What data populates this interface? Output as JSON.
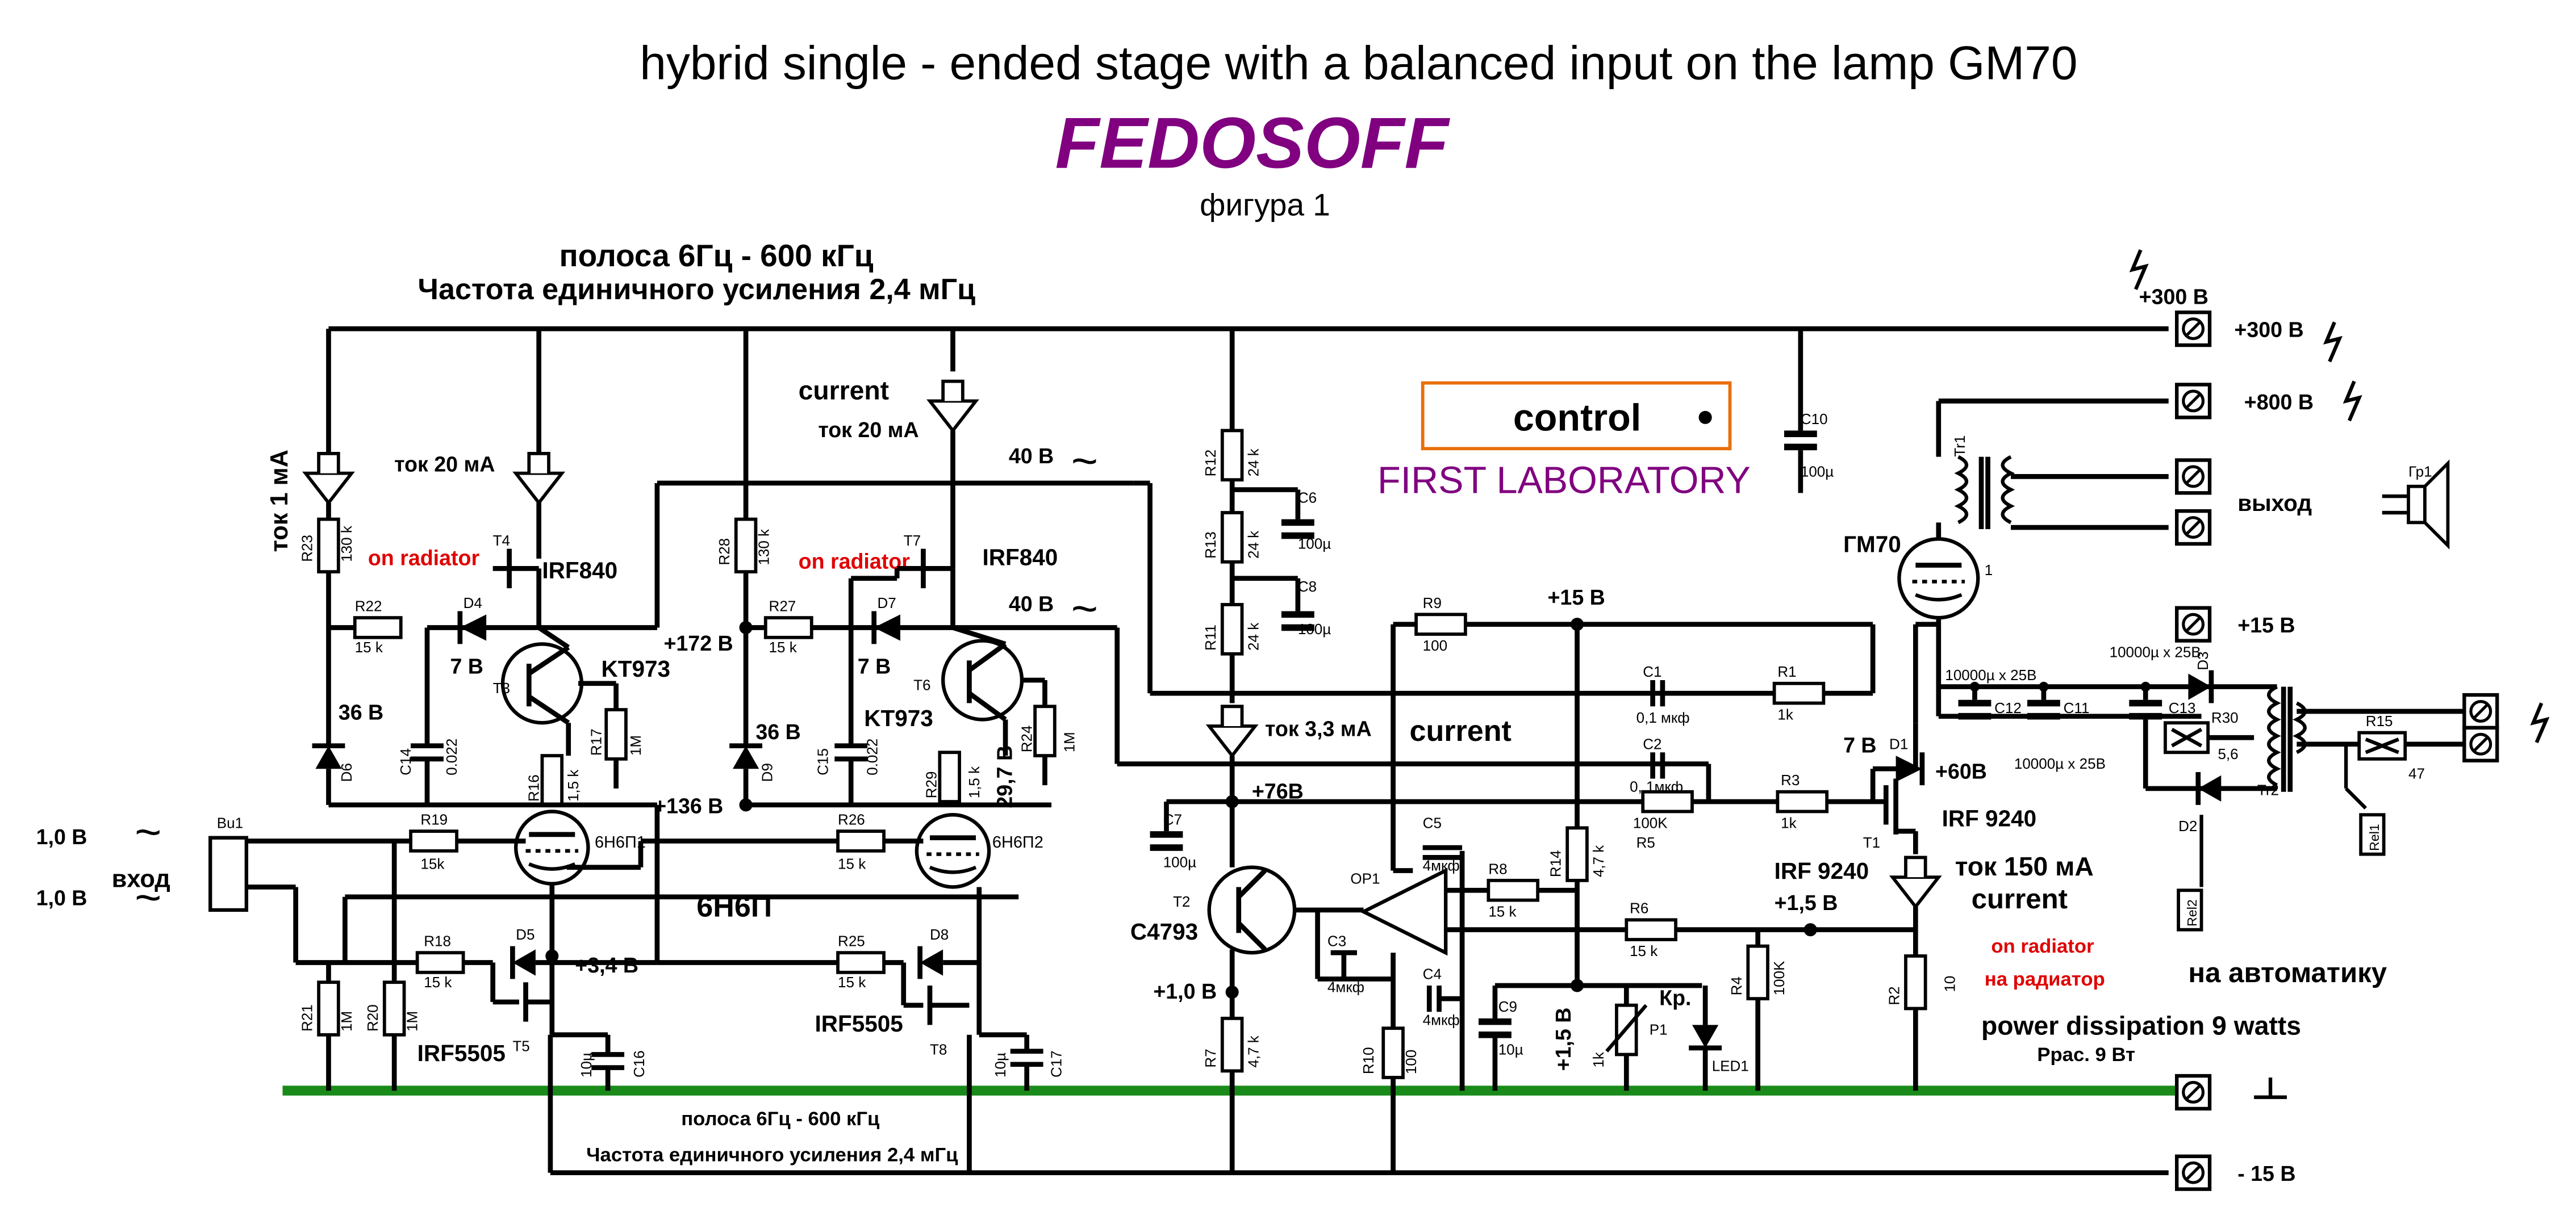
{
  "title": "hybrid single - ended stage with a balanced input on the lamp GM70",
  "brand": "FEDOSOFF",
  "figure": "фигура 1",
  "band_top": "полоса 6Гц - 600 кГц",
  "unity_top": "Частота единичного усиления 2,4 мГц",
  "band_bottom": "полоса 6Гц - 600 кГц",
  "unity_bottom": "Частота единичного усиления 2,4 мГц",
  "control_label": "control",
  "lab_label": "FIRST LABORATORY",
  "colors": {
    "ground": "#1a8a1a",
    "brand": "#800080",
    "control_border": "#e8700a",
    "note": "#e00000"
  },
  "labels": {
    "tok1ma": "ток 1 мА",
    "tok20ma_a": "ток 20 мА",
    "tok20ma_b": "ток 20 мА",
    "current1": "current",
    "current2": "current",
    "current3": "current",
    "tok33": "ток 3,3 мА",
    "tok150": "ток 150 мА",
    "on_radiator_1": "on radiator",
    "on_radiator_2": "on radiator",
    "on_radiator_3": "on radiator",
    "na_radiator": "на радиатор",
    "automatic": "на автоматику",
    "power": "power dissipation 9 watts",
    "prac": "Pрас. 9 Вт",
    "input": "вход",
    "output": "выход",
    "tube_label": "6Н6П",
    "gm70": "ГМ70",
    "kr": "Кр.",
    "ac1": "~",
    "ac2": "~",
    "ac3": "~",
    "ac4": "~"
  },
  "rails": {
    "p300a": "+300 В",
    "p300b": "+300 В",
    "p800": "+800 В",
    "p15": "+15 В",
    "m15": "- 15 В"
  },
  "volts": {
    "v7a": "7 В",
    "v7b": "7 В",
    "v7c": "7 В",
    "v36a": "36 В",
    "v36b": "36 В",
    "v172": "+172 В",
    "v136": "+136 В",
    "v34": "+3,4 В",
    "v40a": "40 В",
    "v40b": "40 В",
    "v76": "+76В",
    "v10a": "+1,0 В",
    "v15a": "+15 В",
    "v15b": "+1,5 В",
    "v15c": "+1,5 В",
    "v60": "+60В",
    "v297": "29,7 В",
    "in1": "1,0 В",
    "in2": "1,0 В"
  },
  "parts": {
    "T4": "T4",
    "IRF840a": "IRF840",
    "T7": "T7",
    "IRF840b": "IRF840",
    "T3": "T3",
    "KT973a": "KT973",
    "T6": "T6",
    "KT973b": "KT973",
    "L6N6P1": "6Н6П1",
    "L6N6P2": "6Н6П2",
    "T5": "T5",
    "IRF5505a": "IRF5505",
    "T8": "T8",
    "IRF5505b": "IRF5505",
    "T2": "T2",
    "C4793": "C4793",
    "OP1": "OP1",
    "T1": "T1",
    "IRF9240a": "IRF 9240",
    "IRF9240b": "IRF 9240",
    "Tr1": "Tr1",
    "Tr2": "Tr2",
    "Bu1": "Bu1",
    "Gr1": "Гр1",
    "Rel1": "Rel1",
    "Rel2": "Rel2",
    "LED1": "LED1",
    "P1": "P1",
    "pin1": "1",
    "R23": "R23",
    "R23v": "130 k",
    "R22": "R22",
    "R22v": "15 k",
    "R28": "R28",
    "R28v": "130 k",
    "R27": "R27",
    "R27v": "15 k",
    "R16": "R16",
    "R16v": "1,5 k",
    "R17": "R17",
    "R17v": "1M",
    "R29": "R29",
    "R29v": "1,5 k",
    "R24": "R24",
    "R24v": "1M",
    "R19": "R19",
    "R19v": "15k",
    "R26": "R26",
    "R26v": "15 k",
    "R18": "R18",
    "R18v": "15 k",
    "R25": "R25",
    "R25v": "15 k",
    "R21": "R21",
    "R21v": "1M",
    "R20": "R20",
    "R20v": "1M",
    "R12": "R12",
    "R12v": "24 k",
    "R13": "R13",
    "R13v": "24 k",
    "R11": "R11",
    "R11v": "24 k",
    "R9": "R9",
    "R9v": "100",
    "R1": "R1",
    "R1v": "1k",
    "R3": "R3",
    "R3v": "1k",
    "R5": "R5",
    "R5v": "100K",
    "R8": "R8",
    "R8v": "15 k",
    "R6": "R6",
    "R6v": "15 k",
    "R14": "R14",
    "R14v": "4,7 k",
    "R7": "R7",
    "R7v": "4,7 k",
    "R10": "R10",
    "R10v": "100",
    "R4": "R4",
    "R4v": "100K",
    "R2": "R2",
    "R2v": "10",
    "R30": "R30",
    "R30v": "5,6",
    "R15": "R15",
    "R15v": "47",
    "P1v": "1k",
    "C10": "C10",
    "C10v": "100µ",
    "C6": "C6",
    "C6v": "100µ",
    "C8": "C8",
    "C8v": "100µ",
    "C14": "C14",
    "C14v": "0.022",
    "C15": "C15",
    "C15v": "0.022",
    "C16": "C16",
    "C16v": "10µ",
    "C17": "C17",
    "C17v": "10µ",
    "C1": "C1",
    "C1v": "0,1 мкф",
    "C2": "C2",
    "C2v": "0, 1мкф",
    "C7": "C7",
    "C7v": "100µ",
    "C5": "C5",
    "C5v": "4мкф",
    "C3": "C3",
    "C3v": "4мкф",
    "C4": "C4",
    "C4v": "4мкф",
    "C9": "C9",
    "C9v": "10µ",
    "C12": "C12",
    "C11": "C11",
    "C13": "C13",
    "C1211v": "10000µ х 25В",
    "C13v": "10000µ х 25В",
    "C12bv": "10000µ х 25В",
    "D4": "D4",
    "D7": "D7",
    "D6": "D6",
    "D9": "D9",
    "D5": "D5",
    "D8": "D8",
    "D1": "D1",
    "D2": "D2",
    "D3": "D3"
  }
}
